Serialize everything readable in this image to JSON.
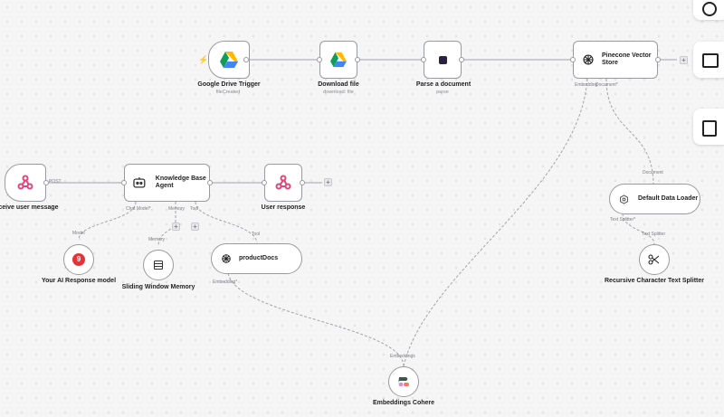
{
  "nodes": {
    "gdrive_trigger": {
      "title": "Google Drive Trigger",
      "subtitle": "fileCreated"
    },
    "download_file": {
      "title": "Download file",
      "subtitle": "download: file"
    },
    "parse_doc": {
      "title": "Parse a document",
      "subtitle": "parse"
    },
    "pinecone": {
      "title": "Pinecone Vector Store",
      "port_embedding": "Embedding",
      "port_document": "Document*"
    },
    "receive_msg": {
      "title": "Receive user message",
      "port_post": "POST"
    },
    "kb_agent": {
      "title": "Knowledge Base Agent",
      "port_chat": "Chat Model*",
      "port_memory": "Memory",
      "port_tool": "Tool"
    },
    "user_response": {
      "title": "User response"
    },
    "ai_model": {
      "title": "Your AI Response model",
      "port": "Model"
    },
    "window_memory": {
      "title": "Sliding Window Memory",
      "port": "Memory"
    },
    "product_docs": {
      "title": "productDocs",
      "port_tool": "Tool",
      "port_embedding": "Embedding*"
    },
    "data_loader": {
      "title": "Default Data Loader",
      "port_document": "Document",
      "port_splitter": "Text Splitter*"
    },
    "splitter": {
      "title": "Recursive Character Text Splitter",
      "port": "Text Splitter"
    },
    "embeddings": {
      "title": "Embeddings Cohere",
      "port": "Embeddings"
    }
  },
  "icons": {
    "gdrive": "google-drive-icon",
    "pinecone": "pinecone-icon",
    "webhook": "webhook-icon",
    "robot": "robot-icon",
    "scissors": "scissors-icon"
  },
  "colors": {
    "webhook": "#e0457b",
    "trigger_bolt": "#ff6d3a",
    "ai_model": "#e8323a",
    "cohere": "#39594d"
  }
}
